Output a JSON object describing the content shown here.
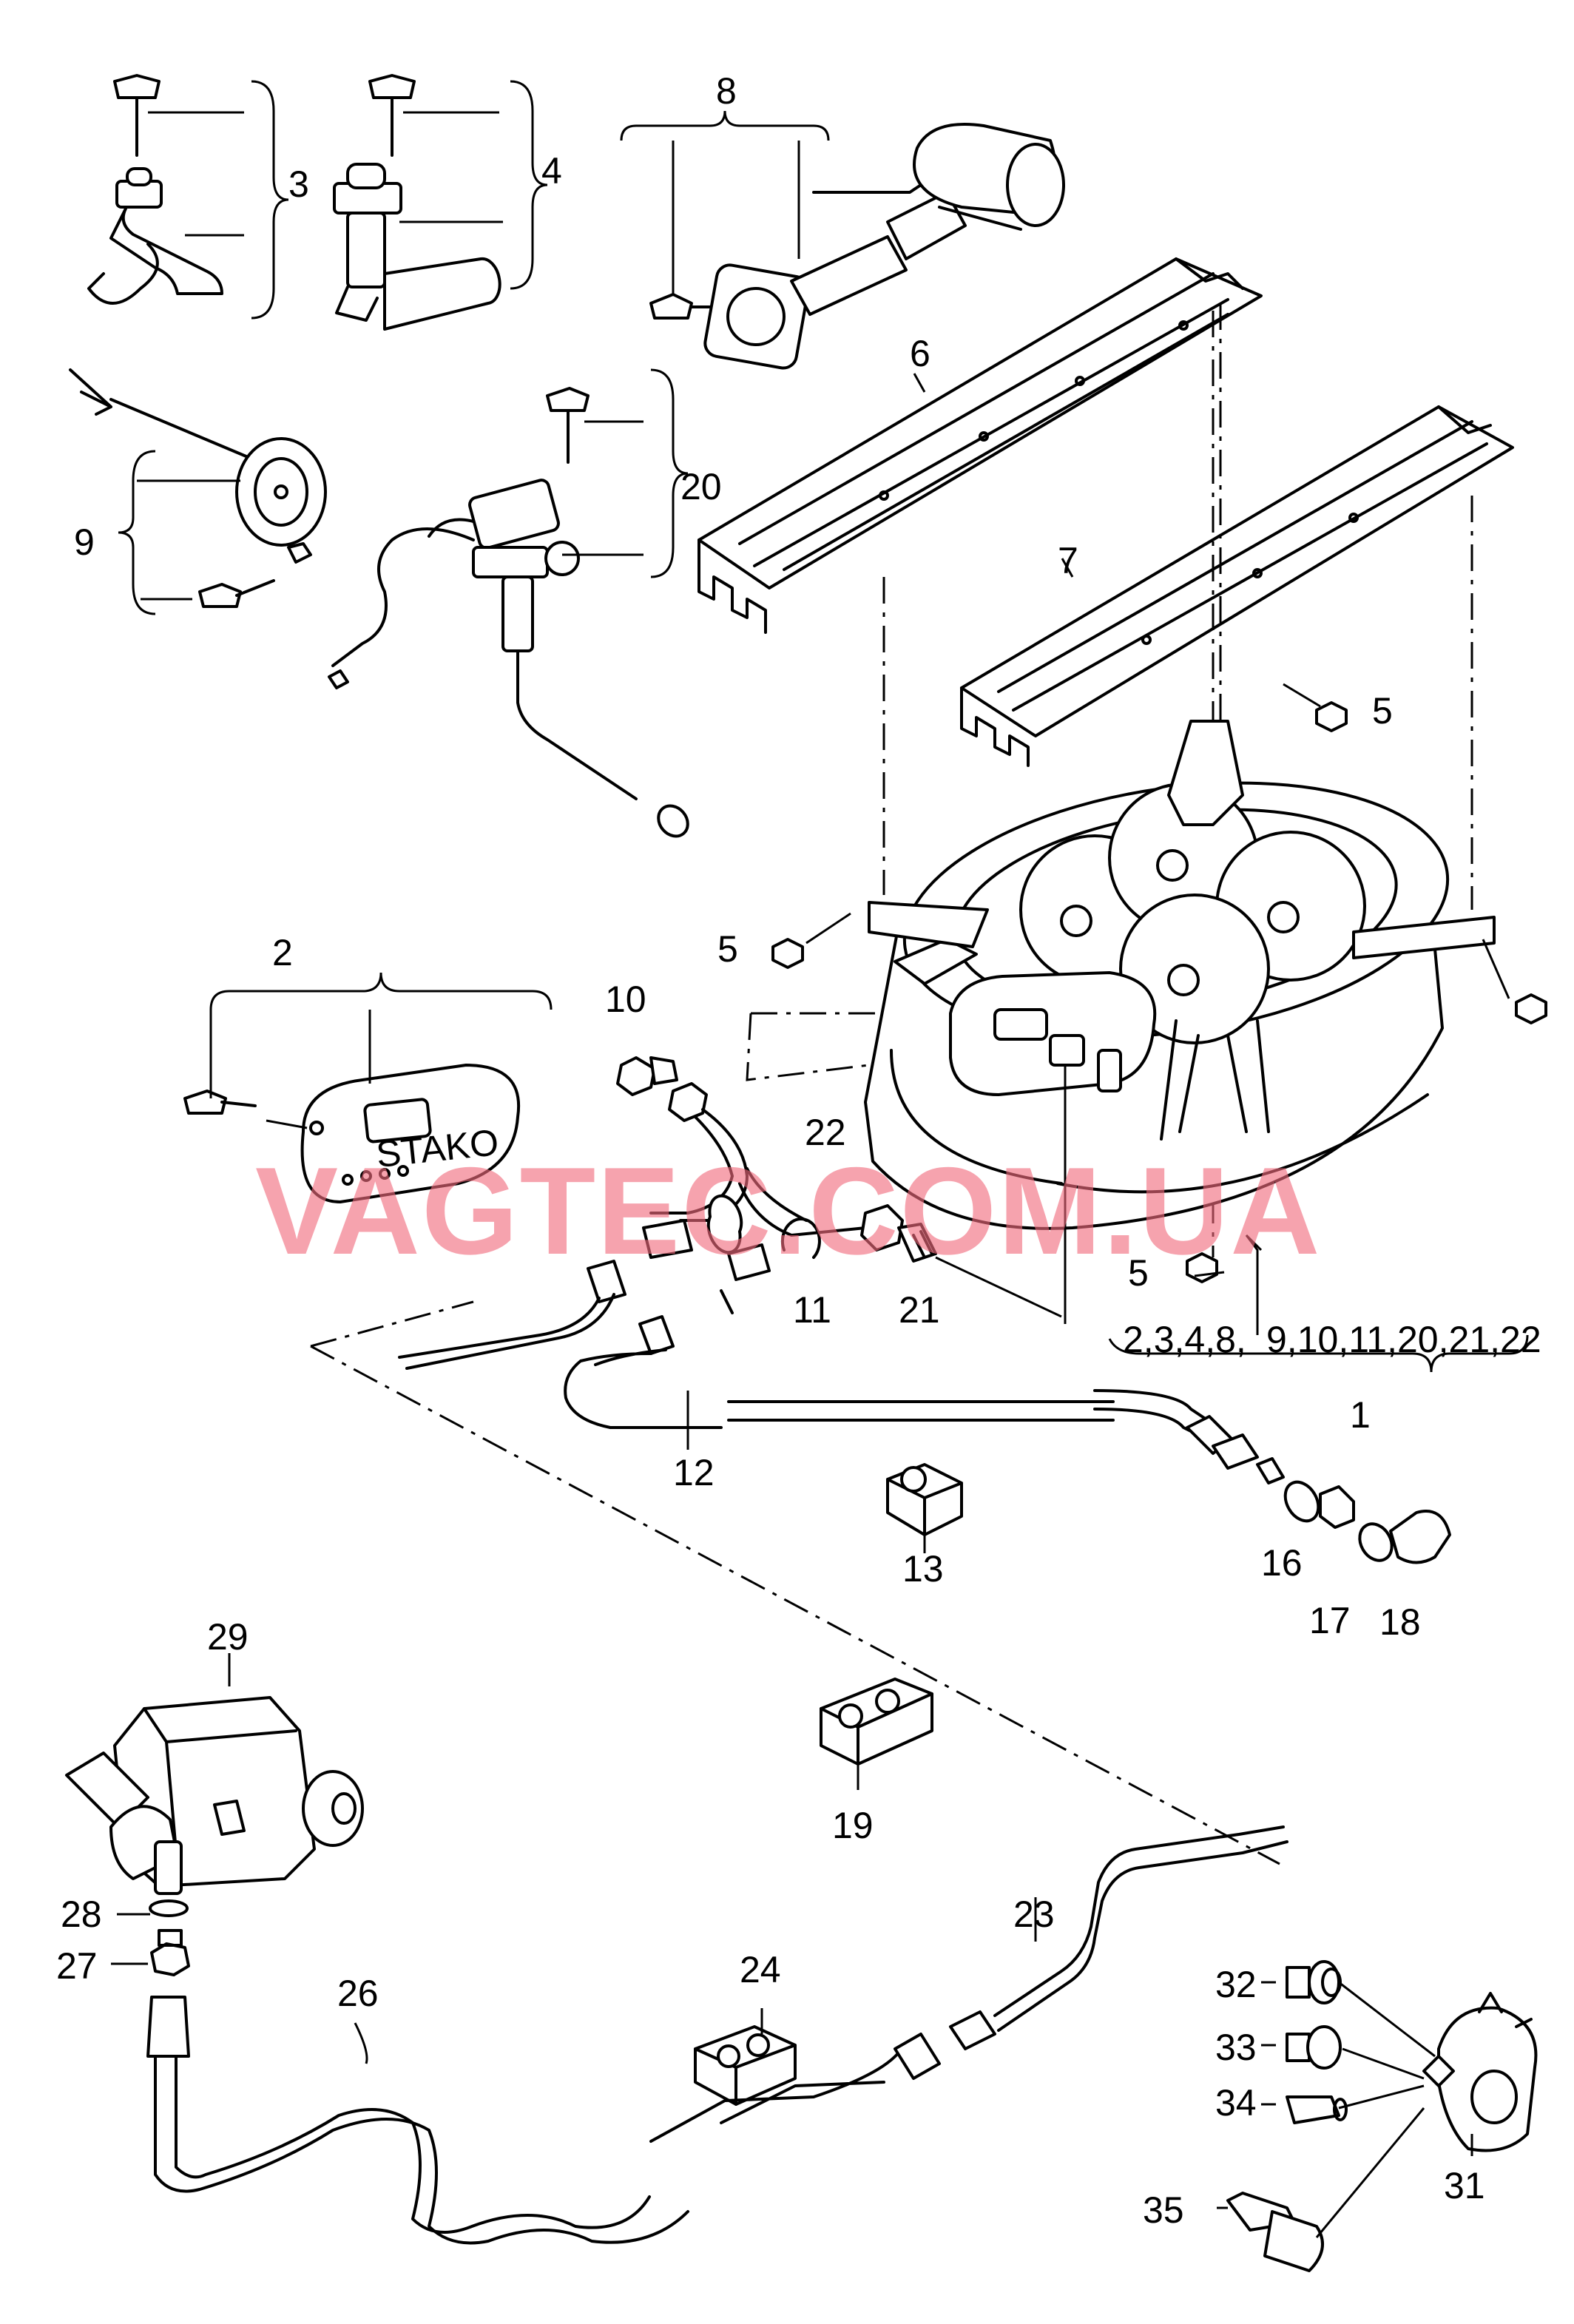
{
  "watermark": "VAGTEC.COM.UA",
  "colors": {
    "watermark": "#f06a7c",
    "line": "#000000",
    "background": "#ffffff"
  },
  "callouts": {
    "c1": "1",
    "c2": "2",
    "c3": "3",
    "c4": "4",
    "c5a": "5",
    "c5b": "5",
    "c5c": "5",
    "c6": "6",
    "c7": "7",
    "c8": "8",
    "c9": "9",
    "c10": "10",
    "c11": "11",
    "c12": "12",
    "c13": "13",
    "c16": "16",
    "c17": "17",
    "c18": "18",
    "c19": "19",
    "c20": "20",
    "c21": "21",
    "c22": "22",
    "c23": "23",
    "c24": "24",
    "c26": "26",
    "c27": "27",
    "c28": "28",
    "c29": "29",
    "c31": "31",
    "c32": "32",
    "c33": "33",
    "c34": "34",
    "c35": "35"
  },
  "kit_list_a": "2,3,4,8,",
  "kit_list_b": "9,10,11,20,21,22",
  "plate_text": "STAKO"
}
